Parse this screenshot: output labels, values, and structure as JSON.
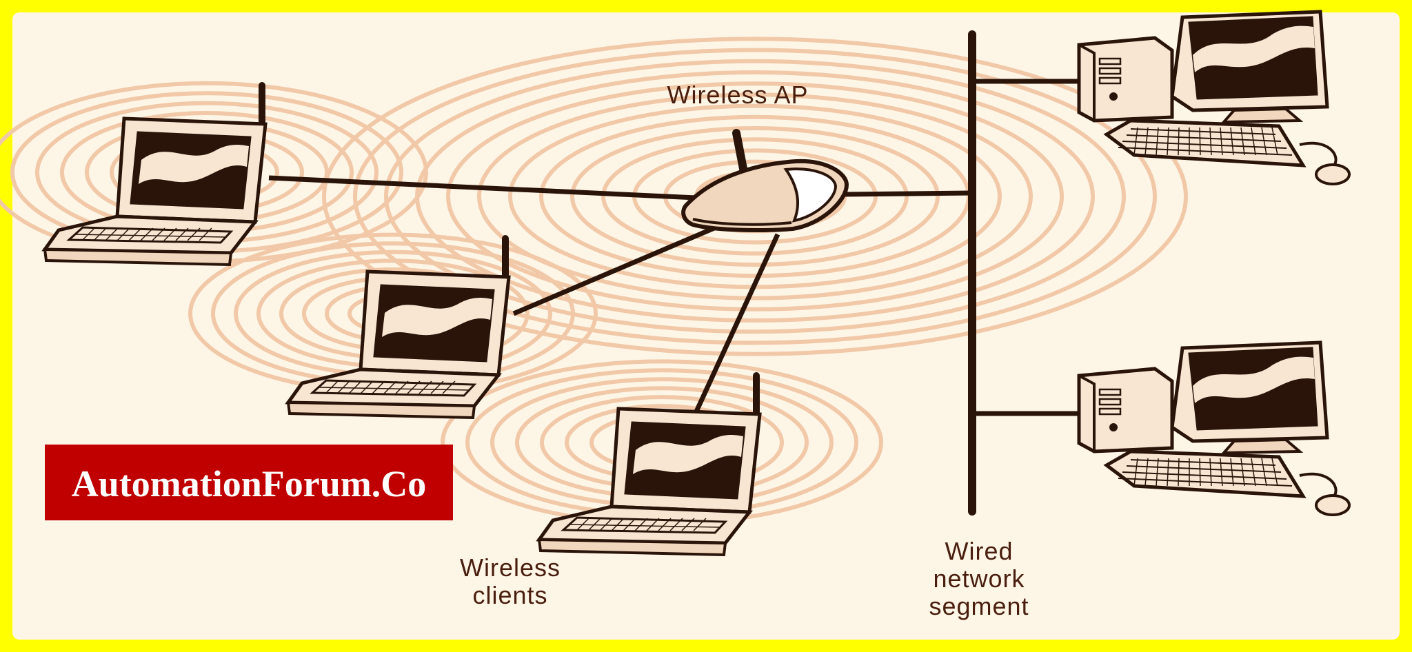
{
  "labels": {
    "access_point": "Wireless AP",
    "clients_line1": "Wireless",
    "clients_line2": "clients",
    "wired_line1": "Wired",
    "wired_line2": "network",
    "wired_line3": "segment"
  },
  "watermark": {
    "text": "AutomationForum.Co"
  },
  "colors": {
    "frame": "#ffff00",
    "background": "#fdf6e7",
    "line": "#2a140a",
    "ripple": "#f2c9a8",
    "label_text": "#4a1e0e",
    "watermark_bg": "#c00000",
    "watermark_text": "#ffffff"
  }
}
